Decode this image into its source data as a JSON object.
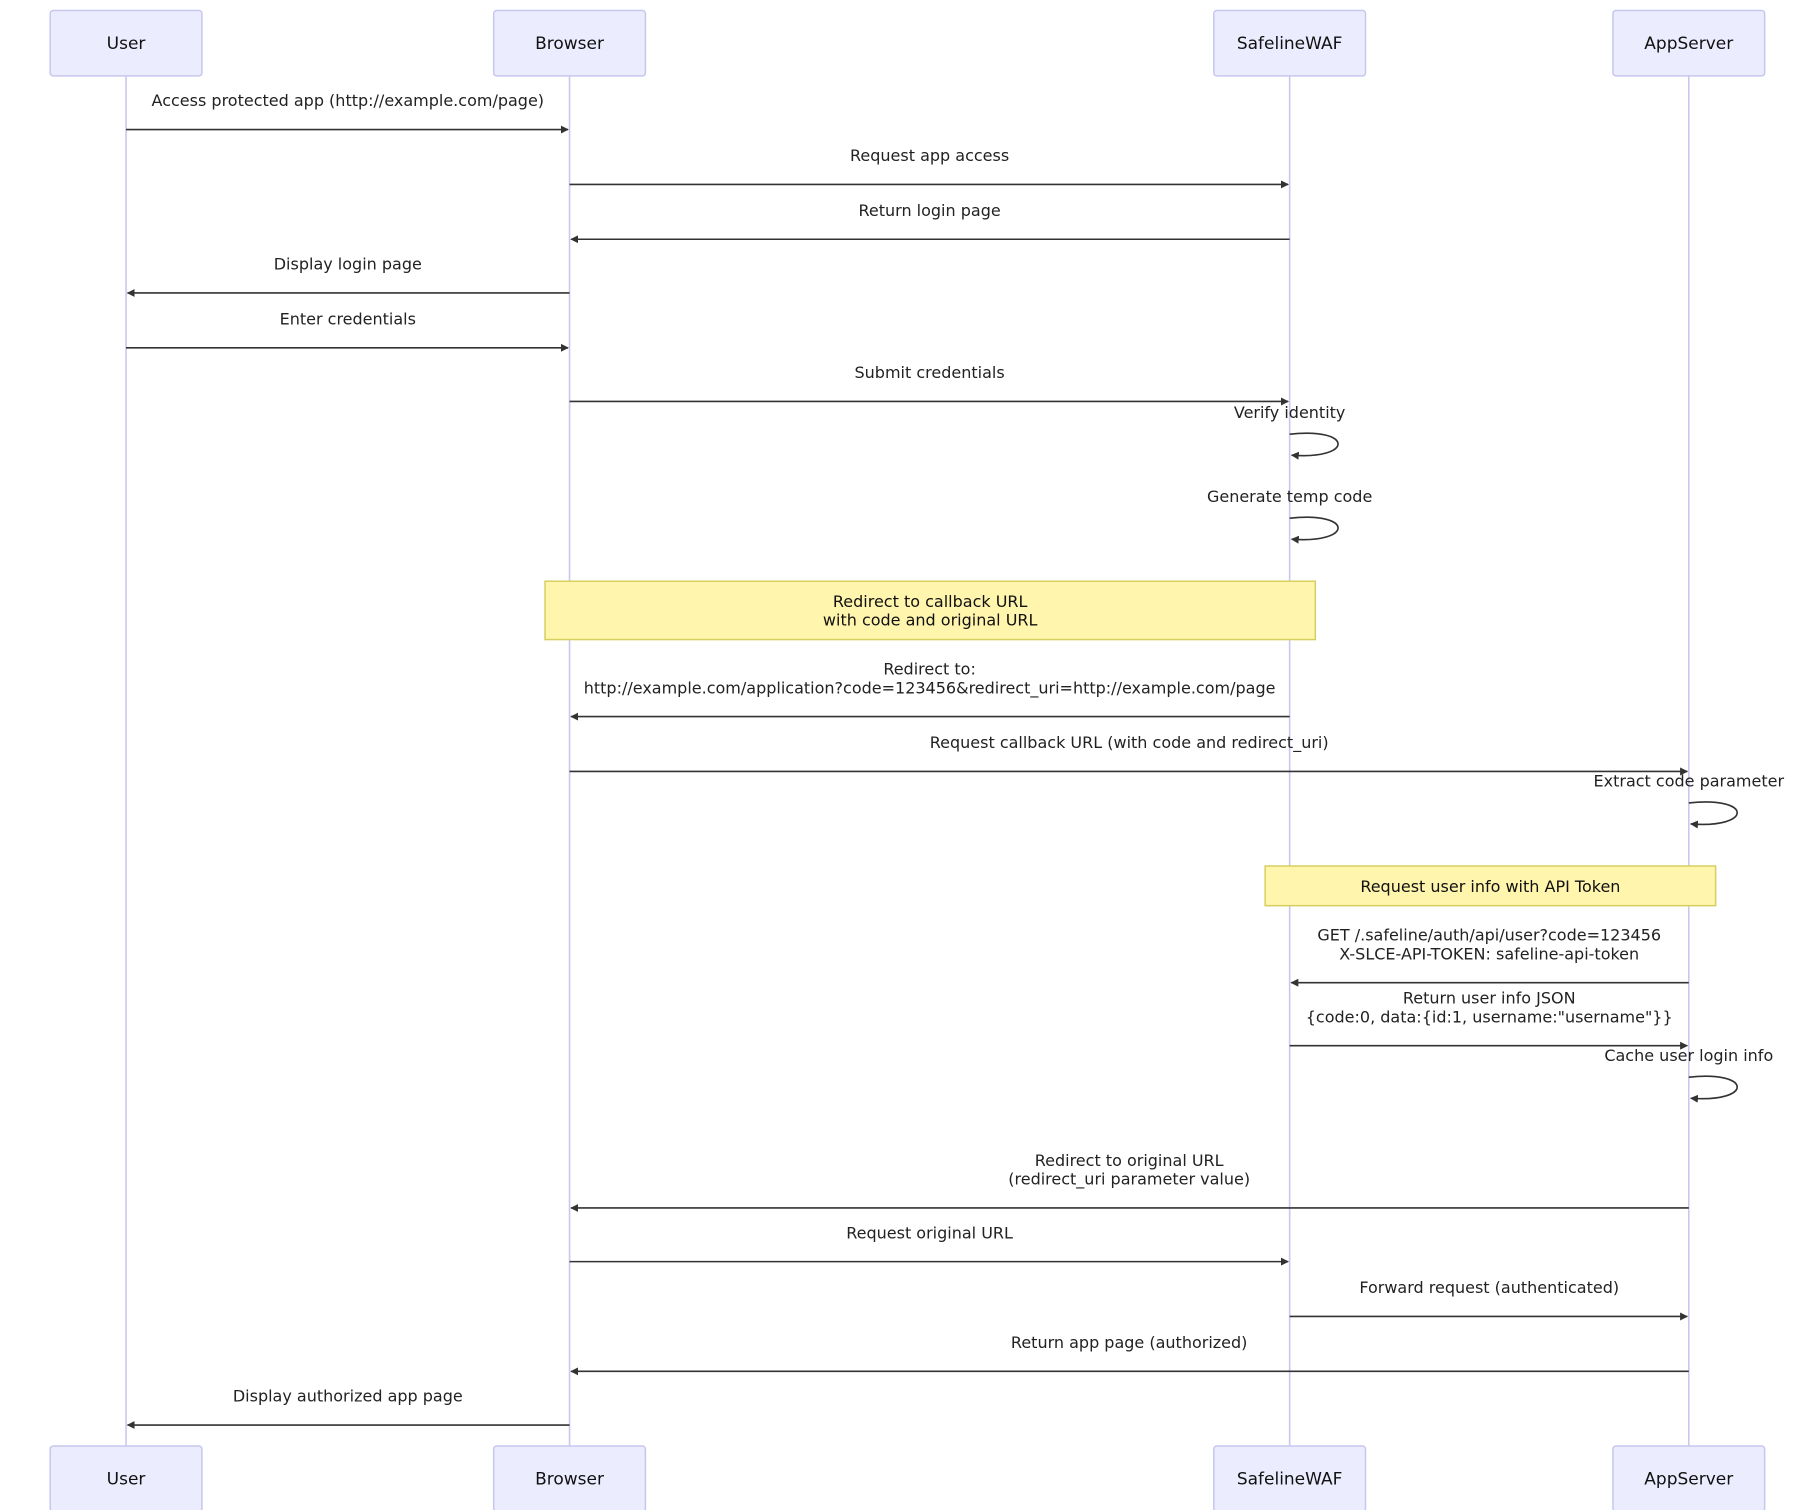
{
  "participants": [
    {
      "id": "user",
      "label": "User"
    },
    {
      "id": "browser",
      "label": "Browser"
    },
    {
      "id": "waf",
      "label": "SafelineWAF"
    },
    {
      "id": "app",
      "label": "AppServer"
    }
  ],
  "messages": [
    {
      "from": "user",
      "to": "browser",
      "lines": [
        "Access protected app (http://example.com/page)"
      ]
    },
    {
      "from": "browser",
      "to": "waf",
      "lines": [
        "Request app access"
      ]
    },
    {
      "from": "waf",
      "to": "browser",
      "lines": [
        "Return login page"
      ]
    },
    {
      "from": "browser",
      "to": "user",
      "lines": [
        "Display login page"
      ]
    },
    {
      "from": "user",
      "to": "browser",
      "lines": [
        "Enter credentials"
      ]
    },
    {
      "from": "browser",
      "to": "waf",
      "lines": [
        "Submit credentials"
      ]
    },
    {
      "from": "waf",
      "to": "waf",
      "lines": [
        "Verify identity"
      ]
    },
    {
      "from": "waf",
      "to": "waf",
      "lines": [
        "Generate temp code"
      ]
    },
    {
      "from": "waf",
      "to": "browser",
      "lines": [
        "Redirect to:",
        "http://example.com/application?code=123456&redirect_uri=http://example.com/page"
      ]
    },
    {
      "from": "browser",
      "to": "app",
      "lines": [
        "Request callback URL (with code and redirect_uri)"
      ]
    },
    {
      "from": "app",
      "to": "app",
      "lines": [
        "Extract code parameter"
      ]
    },
    {
      "from": "app",
      "to": "waf",
      "lines": [
        "GET /.safeline/auth/api/user?code=123456",
        "X-SLCE-API-TOKEN: safeline-api-token"
      ]
    },
    {
      "from": "waf",
      "to": "app",
      "lines": [
        "Return user info JSON",
        "{code:0, data:{id:1, username:\"username\"}}"
      ]
    },
    {
      "from": "app",
      "to": "app",
      "lines": [
        "Cache user login info"
      ]
    },
    {
      "from": "app",
      "to": "browser",
      "lines": [
        "Redirect to original URL",
        "(redirect_uri parameter value)"
      ]
    },
    {
      "from": "browser",
      "to": "waf",
      "lines": [
        "Request original URL"
      ]
    },
    {
      "from": "waf",
      "to": "app",
      "lines": [
        "Forward request (authenticated)"
      ]
    },
    {
      "from": "app",
      "to": "browser",
      "lines": [
        "Return app page (authorized)"
      ]
    },
    {
      "from": "browser",
      "to": "user",
      "lines": [
        "Display authorized app page"
      ]
    }
  ],
  "notes": [
    {
      "over": [
        "browser",
        "waf"
      ],
      "lines": [
        "Redirect to callback URL",
        "with code and original URL"
      ]
    },
    {
      "over": [
        "waf",
        "app"
      ],
      "lines": [
        "Request user info with API Token"
      ]
    }
  ]
}
